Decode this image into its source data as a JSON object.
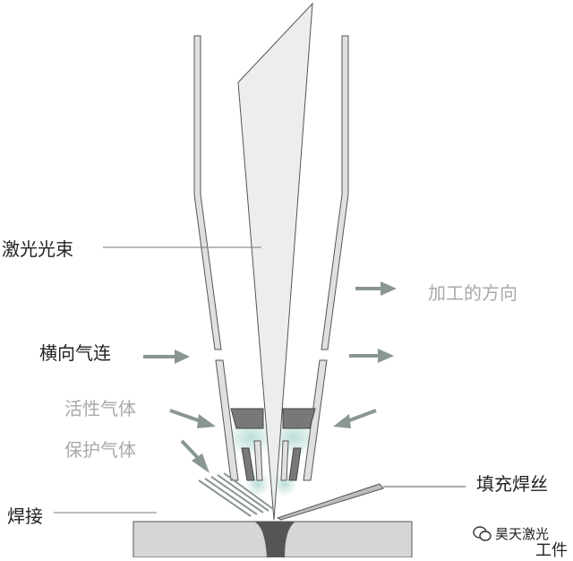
{
  "labels": {
    "laser_beam": "激光光束",
    "processing_direction": "加工的方向",
    "transverse_gas": "横向气连",
    "active_gas": "活性气体",
    "shielding_gas": "保护气体",
    "filler_wire": "填充焊丝",
    "welding": "焊接",
    "workpiece": "工件"
  },
  "watermark": {
    "text": "昊天激光",
    "icon": "wechat-icon"
  },
  "colors": {
    "beam_fill": "#eceeee",
    "nozzle_fill": "#e0e0e0",
    "nozzle_stroke": "#555555",
    "gas_insert": "#787878",
    "arrow": "#8a9791",
    "workpiece_fill": "#d6d6d6",
    "weld_pool": "#555555",
    "gas_glow": "#b7ddd6",
    "label_dark": "#222222",
    "label_light": "#a9a9a9"
  }
}
